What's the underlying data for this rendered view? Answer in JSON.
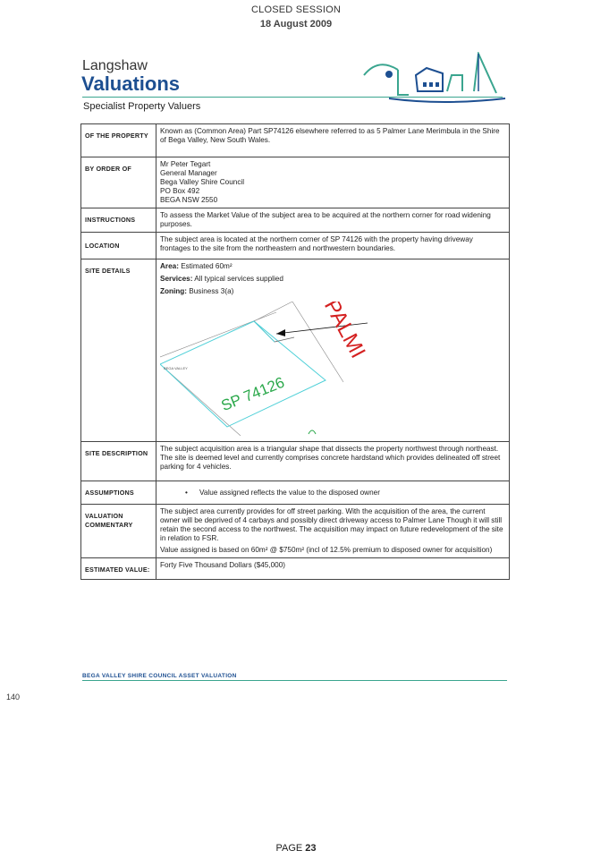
{
  "header": {
    "session": "CLOSED SESSION",
    "date": "18 August 2009"
  },
  "logo": {
    "name_line1": "Langshaw",
    "name_line2": "Valuations",
    "tagline": "Specialist Property Valuers",
    "accent_color": "#1d4f91",
    "line_color": "#3aa58f"
  },
  "table": {
    "of_property": {
      "label": "Of the property",
      "text": "Known as (Common Area) Part SP74126 elsewhere referred to as 5 Palmer Lane Merimbula in the Shire of Bega Valley, New South Wales."
    },
    "by_order_of": {
      "label": "By Order of",
      "lines": [
        "Mr Peter Tegart",
        "General Manager",
        "Bega Valley Shire Council",
        "PO Box 492",
        "BEGA NSW 2550"
      ]
    },
    "instructions": {
      "label": "Instructions",
      "text": "To assess the Market Value of the subject area to be acquired at the northern corner for road widening purposes."
    },
    "location": {
      "label": "Location",
      "text": "The subject area is located at the northern corner of SP 74126 with the property having driveway frontages to the site from the northeastern and northwestern boundaries."
    },
    "site_details": {
      "label": "Site Details",
      "area_label": "Area:",
      "area_value": "Estimated 60m²",
      "services_label": "Services:",
      "services_value": "All typical services supplied",
      "zoning_label": "Zoning:",
      "zoning_value": "Business 3(a)",
      "map": {
        "parcel_label": "SP 74126",
        "street_label": "PALMI",
        "small_label": "BEGA VALLEY",
        "parcel_color": "#2aa84a",
        "street_color": "#d42020",
        "boundary_color": "#4fd0d8"
      }
    },
    "site_description": {
      "label": "Site Description",
      "text": "The subject acquisition area is a triangular shape that dissects the property northwest through northeast. The site is deemed level and currently comprises concrete hardstand which provides delineated off street parking for 4 vehicles."
    },
    "assumptions": {
      "label": "Assumptions",
      "bullet": "Value assigned reflects the value to the disposed owner"
    },
    "valuation_commentary": {
      "label": "Valuation Commentary",
      "text1": "The subject area currently provides for off street parking. With the acquisition of the area, the current owner will be deprived of 4 carbays and possibly direct driveway access to Palmer Lane Though it will still retain the second access to the northwest. The acquisition may impact on future redevelopment of the site in relation to FSR.",
      "text2": "Value assigned is based on 60m² @ $750m² (incl of 12.5% premium to disposed owner for acquisition)"
    },
    "estimated_value": {
      "label": "Estimated Value:",
      "text": "Forty Five Thousand Dollars ($45,000)"
    }
  },
  "footer": {
    "title": "Bega Valley Shire Council Asset Valuation",
    "side_number": "140",
    "page_prefix": "PAGE ",
    "page_number": "23"
  }
}
